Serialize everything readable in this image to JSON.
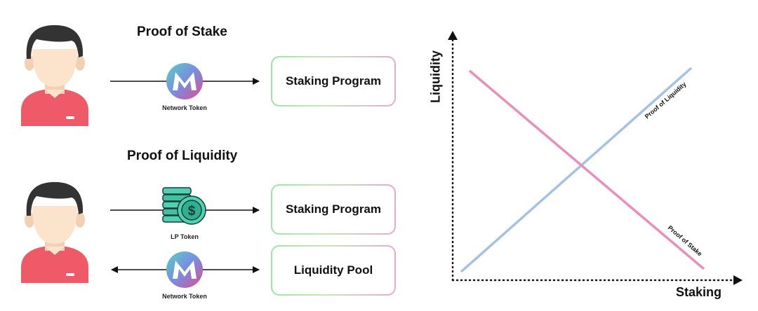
{
  "left": {
    "pos": {
      "title": "Proof of Stake",
      "token_label": "Network Token",
      "box_label": "Staking Program"
    },
    "pol": {
      "title": "Proof of Liquidity",
      "lp_token_label": "LP Token",
      "lp_box_label": "Staking Program",
      "network_token_label": "Network Token",
      "pool_box_label": "Liquidity Pool"
    }
  },
  "chart": {
    "y_axis_label": "Liquidity",
    "x_axis_label": "Staking",
    "line_pol_label": "Proof of Liquidity",
    "line_pos_label": "Proof of Stake",
    "colors": {
      "pol": "#a6c2e3",
      "pos": "#e98fb9"
    }
  },
  "colors": {
    "shirt": "#ef5a68",
    "hair": "#333333",
    "skin": "#fbe3cc"
  }
}
